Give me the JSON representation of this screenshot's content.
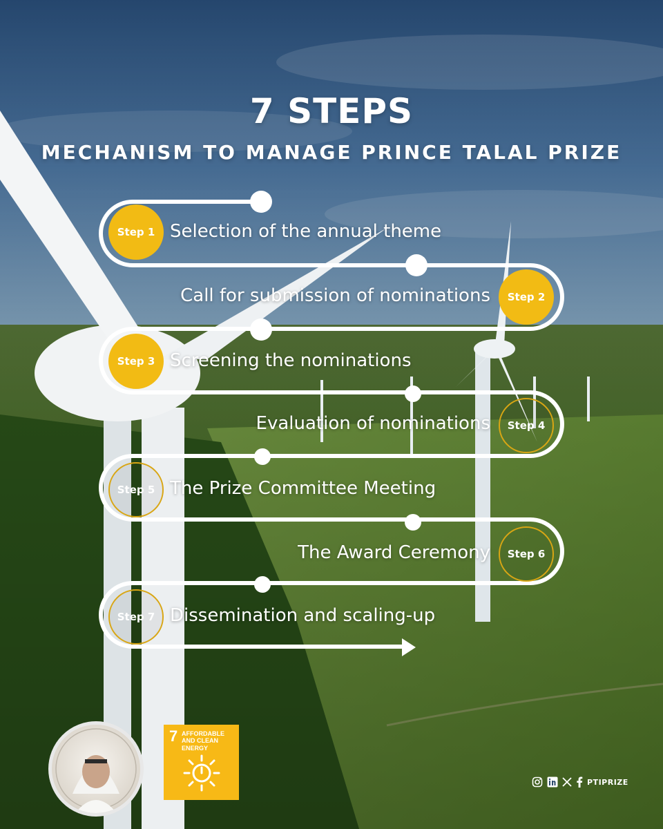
{
  "header": {
    "title": "7 STEPS",
    "subtitle": "MECHANISM TO MANAGE PRINCE TALAL PRIZE"
  },
  "steps": [
    {
      "badge": "Step 1",
      "label": "Selection of the annual theme",
      "style": "solid"
    },
    {
      "badge": "Step 2",
      "label": "Call for submission of nominations",
      "style": "solid"
    },
    {
      "badge": "Step 3",
      "label": "Screening the nominations",
      "style": "solid"
    },
    {
      "badge": "Step 4",
      "label": "Evaluation of nominations",
      "style": "outline"
    },
    {
      "badge": "Step 5",
      "label": "The Prize Committee Meeting",
      "style": "outline"
    },
    {
      "badge": "Step 6",
      "label": "The Award Ceremony",
      "style": "outline"
    },
    {
      "badge": "Step 7",
      "label": "Dissemination and scaling-up",
      "style": "outline"
    }
  ],
  "sdg": {
    "number": "7",
    "text": "AFFORDABLE AND CLEAN ENERGY"
  },
  "social": {
    "handle": "PTIPRIZE",
    "icons": [
      "instagram-icon",
      "linkedin-icon",
      "x-icon",
      "facebook-icon"
    ]
  },
  "colors": {
    "accent": "#f2bb14",
    "sdg_yellow": "#f7b916",
    "path": "#ffffff"
  }
}
